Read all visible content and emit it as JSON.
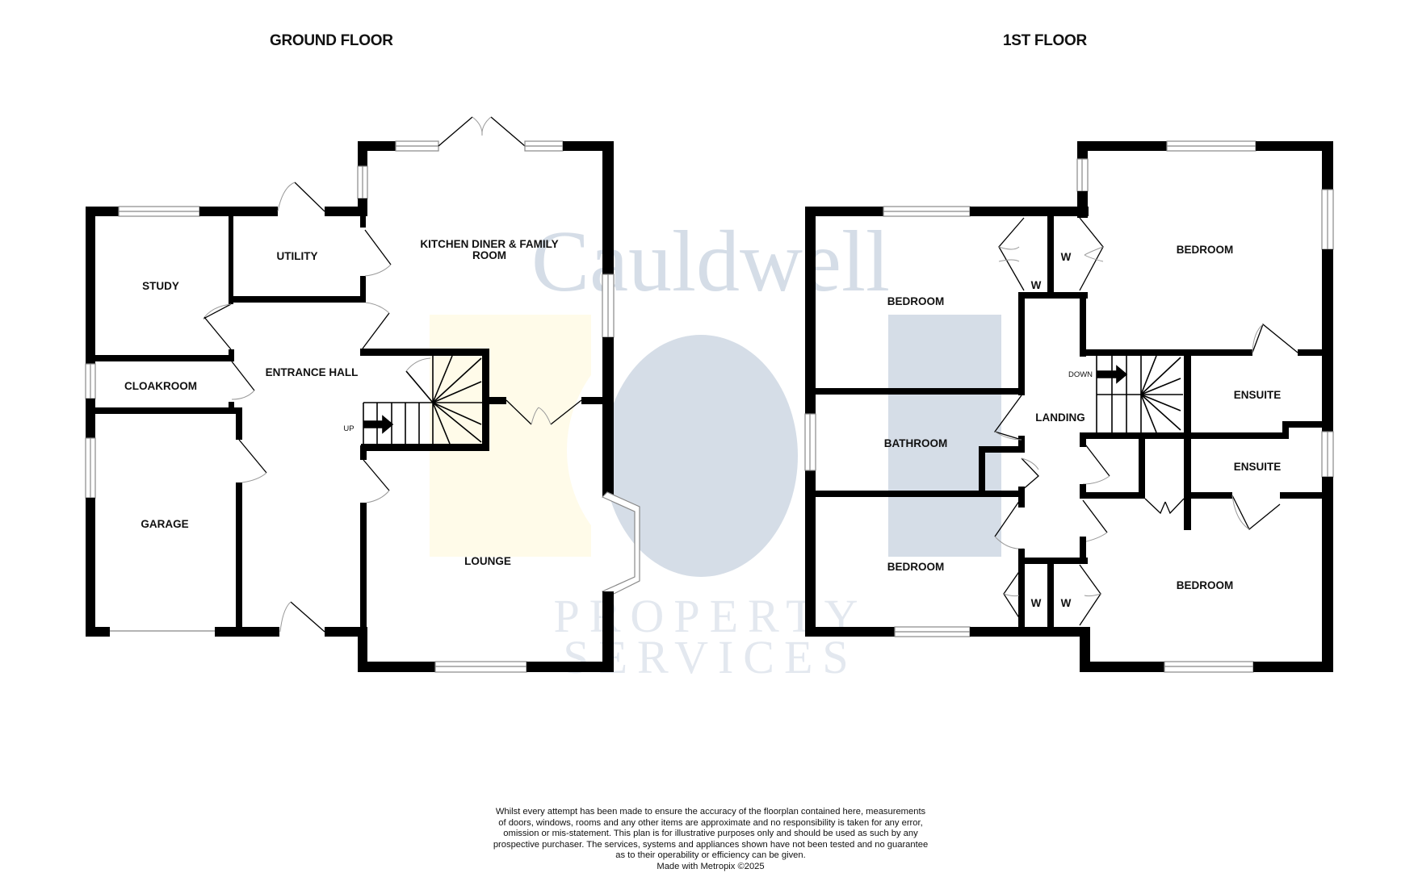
{
  "titles": {
    "ground_floor": "GROUND FLOOR",
    "first_floor": "1ST FLOOR"
  },
  "watermark": {
    "brand": "Cauldwell",
    "line1": "PROPERTY",
    "line2": "SERVICES",
    "colors": {
      "blue": "#d5dde7",
      "cream": "#fffbe9"
    }
  },
  "ground_floor": {
    "rooms": [
      {
        "name": "kitchen",
        "label_line1": "KITCHEN DINER & FAMILY",
        "label_line2": "ROOM"
      },
      {
        "name": "utility",
        "label": "UTILITY"
      },
      {
        "name": "study",
        "label": "STUDY"
      },
      {
        "name": "entrance-hall",
        "label": "ENTRANCE HALL"
      },
      {
        "name": "cloakroom",
        "label": "CLOAKROOM"
      },
      {
        "name": "garage",
        "label": "GARAGE"
      },
      {
        "name": "lounge",
        "label": "LOUNGE"
      }
    ],
    "stairs_label": "UP"
  },
  "first_floor": {
    "rooms": [
      {
        "name": "bedroom-top-left",
        "label": "BEDROOM"
      },
      {
        "name": "bedroom-top-right",
        "label": "BEDROOM"
      },
      {
        "name": "bathroom",
        "label": "BATHROOM"
      },
      {
        "name": "landing",
        "label": "LANDING"
      },
      {
        "name": "ensuite-upper",
        "label": "ENSUITE"
      },
      {
        "name": "ensuite-lower",
        "label": "ENSUITE"
      },
      {
        "name": "bedroom-bottom-left",
        "label": "BEDROOM"
      },
      {
        "name": "bedroom-bottom-right",
        "label": "BEDROOM"
      }
    ],
    "wardrobes": [
      "W",
      "W",
      "W",
      "W"
    ],
    "stairs_label": "DOWN"
  },
  "disclaimer": {
    "lines": [
      "Whilst every attempt has been made to ensure the accuracy of the floorplan contained here, measurements",
      "of doors, windows, rooms and any other items are approximate and no responsibility is taken for any error,",
      "omission or mis-statement. This plan is for illustrative purposes only and should be used as such by any",
      "prospective purchaser. The services, systems and appliances shown have not been tested and no guarantee",
      "as to their operability or efficiency can be given."
    ],
    "credit": "Made with Metropix ©2025"
  }
}
